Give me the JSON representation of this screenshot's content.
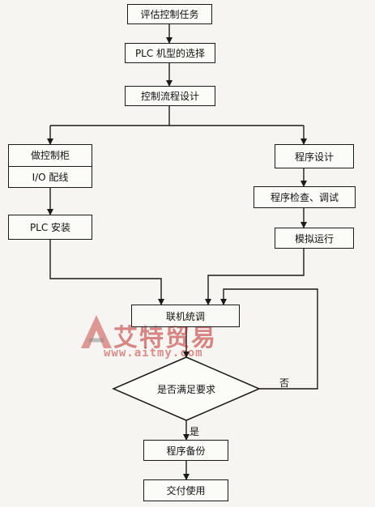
{
  "nodes": {
    "evaluate": "评估控制任务",
    "plc_model": "PLC 机型的选择",
    "flow_design": "控制流程设计",
    "cabinet": "做控制柜",
    "io_wiring": "I/O 配线",
    "program_design": "程序设计",
    "program_check": "程序检查、调试",
    "plc_install": "PLC 安装",
    "simulate": "模拟运行",
    "joint_debug": "联机统调",
    "decision": "是否满足要求",
    "backup": "程序备份",
    "deliver": "交付使用"
  },
  "edges": {
    "yes": "是",
    "no": "否"
  },
  "watermark": {
    "brand": "艾特贸易",
    "url": "www.aitmy.com"
  },
  "colors": {
    "line": "#1a1a1a",
    "watermark": "#c03030"
  }
}
